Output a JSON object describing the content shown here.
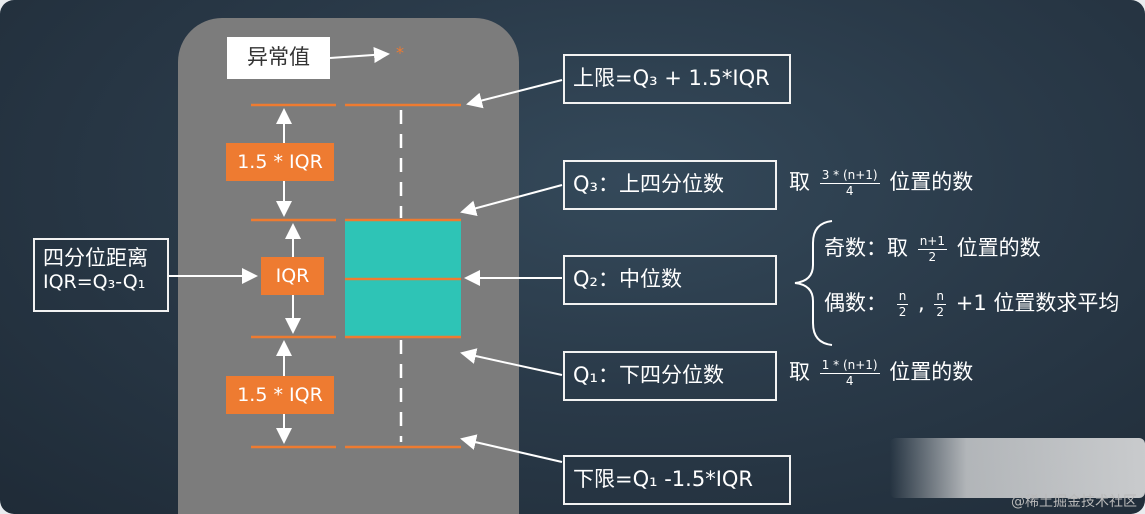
{
  "colors": {
    "background": "#2a3a49",
    "panel": "#7c7c7c",
    "orange": "#ee7b31",
    "box_fill": "#2ec4b6",
    "line": "#ffffff"
  },
  "labels": {
    "outlier": "异常值",
    "upper_limit": "上限=Q₃ + 1.5*IQR",
    "q3": "Q₃：上四分位数",
    "q2": "Q₂：中位数",
    "q1": "Q₁：下四分位数",
    "lower_limit": "下限=Q₁ -1.5*IQR",
    "iqr_title": "四分位距离",
    "iqr_formula": "IQR=Q₃-Q₁",
    "iqr_center": "IQR",
    "upper_whisker_len": "1.5 * IQR",
    "lower_whisker_len": "1.5 * IQR"
  },
  "formulas": {
    "q3_prefix": "取",
    "q3_num": "3 * (n+1)",
    "q3_den": "4",
    "q3_suffix": "位置的数",
    "odd_prefix": "奇数：取",
    "odd_num": "n+1",
    "odd_den": "2",
    "odd_suffix": "位置的数",
    "even_prefix": "偶数：",
    "even_num1": "n",
    "even_den1": "2",
    "even_sep": ",",
    "even_num2": "n",
    "even_den2": "2",
    "even_suffix": "+1 位置数求平均",
    "q1_prefix": "取",
    "q1_num": "1 * (n+1)",
    "q1_den": "4",
    "q1_suffix": "位置的数"
  },
  "watermark": "@稀土掘金技术社区"
}
